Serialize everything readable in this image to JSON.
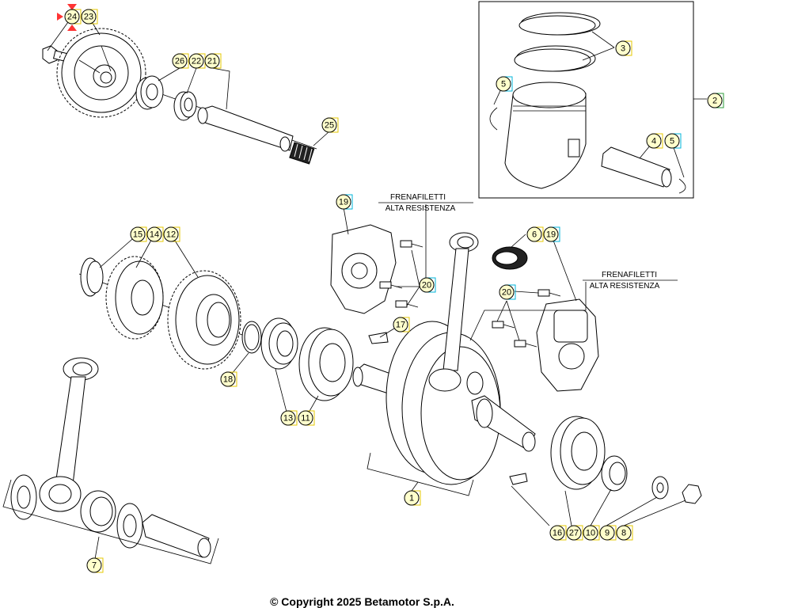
{
  "diagram": {
    "notes": {
      "thread_lock_top": [
        "FRENAFILETTI",
        "ALTA RESISTENZA"
      ],
      "thread_lock_right": [
        "FRENAFILETTI",
        "ALTA RESISTENZA"
      ]
    },
    "colors": {
      "callout_yellow": "#e6c800",
      "callout_cyan": "#00b4d8",
      "callout_green": "#2e9e3a",
      "marker_red": "#ff3333",
      "callout_fill": "#ffffcc"
    },
    "callouts": {
      "c24": "24",
      "c23": "23",
      "c26": "26",
      "c22": "22",
      "c21": "21",
      "c25": "25",
      "c3": "3",
      "c5a": "5",
      "c2": "2",
      "c4": "4",
      "c5b": "5",
      "c19a": "19",
      "c15": "15",
      "c14": "14",
      "c12": "12",
      "c6": "6",
      "c19b": "19",
      "c20a": "20",
      "c20b": "20",
      "c17": "17",
      "c18": "18",
      "c13": "13",
      "c11": "11",
      "c1": "1",
      "c7": "7",
      "c16": "16",
      "c27": "27",
      "c10": "10",
      "c9": "9",
      "c8": "8"
    }
  },
  "footer": {
    "copyright": "© Copyright 2025 Betamotor S.p.A."
  }
}
